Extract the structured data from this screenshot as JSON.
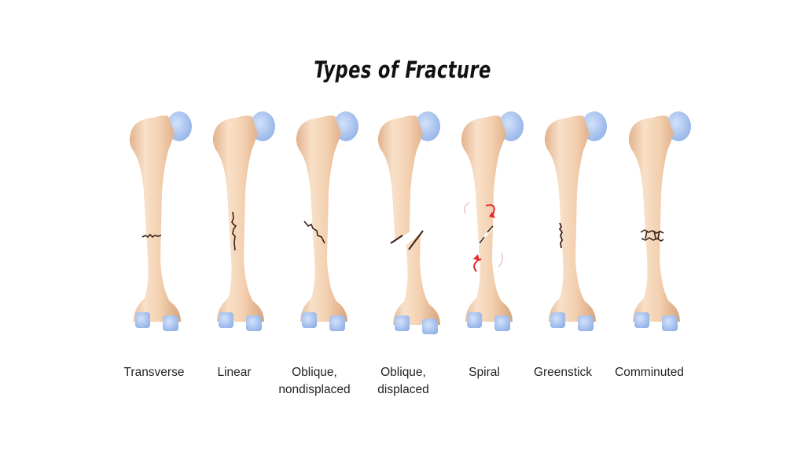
{
  "title": "Types of Fracture",
  "colors": {
    "bone": "#f3d2b3",
    "bone_shade": "#dfae88",
    "cartilage": "#aac6f3",
    "crack": "#3a2218",
    "arrow": "#e3262b"
  },
  "fractures": [
    {
      "label": "Transverse"
    },
    {
      "label": "Linear"
    },
    {
      "label": "Oblique,\nnondisplaced",
      "line1": "Oblique,",
      "line2": "nondisplaced"
    },
    {
      "label": "Oblique,\ndisplaced",
      "line1": "Oblique,",
      "line2": "displaced"
    },
    {
      "label": "Spiral"
    },
    {
      "label": "Greenstick"
    },
    {
      "label": "Comminuted"
    }
  ]
}
